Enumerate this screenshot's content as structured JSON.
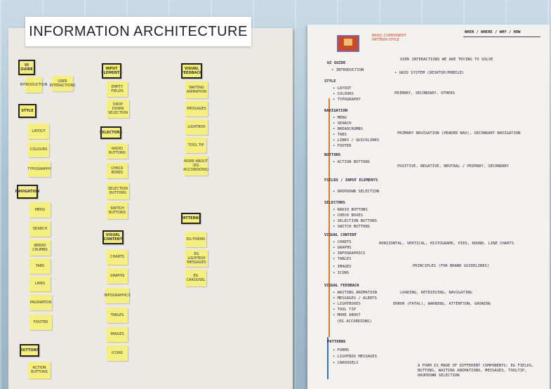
{
  "title": "INFORMATION ARCHITECTURE",
  "colors": {
    "sticky": "#f4ef7e",
    "accent_orange": "#e07a33",
    "accent_blue": "#3a6fb5"
  },
  "notes": {
    "ui_guide": "UI GUIDE",
    "introduction": "INTRODUCTION",
    "user_interactions": "USER INTERACTIONS",
    "style": "STYLE",
    "layout": "LAYOUT",
    "colours": "COLOURS",
    "typography": "TYPOGRAPHY",
    "navigation": "NAVIGATION",
    "menu": "MENU",
    "search": "SEARCH",
    "breadcrumbs": "BREAD CRUMBS",
    "tabs": "TABS",
    "links": "LINKS",
    "pagination": "PAGINATION",
    "footer": "FOOTER",
    "buttons": "BUTTONS",
    "action_buttons": "ACTION BUTTONS",
    "input_elements": "INPUT ELEMENTS",
    "empty_fields": "EMPTY FIELDS",
    "drop_down": "DROP DOWN SELECTION",
    "selectors": "SELECTORS",
    "radio": "RADIO BUTTONS",
    "check": "CHECK BOXES",
    "selection_buttons": "SELECTION BUTTONS",
    "switch_buttons": "SWITCH BUTTONS",
    "visual_content": "VISUAL CONTENT",
    "charts": "CHARTS",
    "graphs": "GRAPHS",
    "infographics": "INFOGRAPHICS",
    "tables": "TABLES",
    "images": "IMAGES",
    "icons": "ICONS",
    "visual_feedback": "VISUAL FEEDBACK",
    "waiting": "WAITING ANIMATION",
    "messages": "MESSAGES",
    "lightbox": "LIGHTBOX",
    "tooltip": "TOOL TIP",
    "more_about": "MORE ABOUT (eg ACCORDIONS)",
    "patterns": "PATTERNS",
    "eg_forms": "eg FORMS",
    "eg_lightbox": "eg LIGHTBOX MESSAGES",
    "eg_carousel": "eg CAROUSEL"
  },
  "sheet": {
    "tag": "BASIC COMPONENT PATTERN STYLE",
    "header": "WHEN / WHERE / WHY / HOW",
    "ui_guide": "UI GUIDE",
    "introduction": "• INTRODUCTION",
    "intro_note": "USER INTERACTIONS WE ARE TRYING TO SOLVE",
    "style": "STYLE",
    "layout": "• LAYOUT",
    "colours": "• COLOURS",
    "typography": "• TYPOGRAPHY",
    "grid_note": "• GRID SYSTEM (DESKTOP/MOBILE)",
    "colour_note": "PRIMARY, SECONDARY, OTHERS",
    "navigation": "NAVIGATION",
    "menu": "• MENU",
    "search": "• SEARCH",
    "breadcrumbs": "• BREADCRUMBS",
    "tabs": "• TABS",
    "links": "• LINKS / QUICKLINKS",
    "footer": "• FOOTER",
    "nav_note": "PRIMARY NAVIGATION (HEADER NAV), SECONDARY NAVIGATION",
    "buttons": "BUTTONS",
    "action_buttons": "• ACTION BUTTONS",
    "btn_note": "POSITIVE, NEGATIVE, NEUTRAL / PRIMARY, SECONDARY",
    "fields": "FIELDS / INPUT ELEMENTS",
    "dropdown": "• DROPDOWN SELECTION",
    "selectors": "SELECTORS",
    "radio": "• RADIO BUTTONS",
    "check": "• CHECK BOXES",
    "selection": "• SELECTION BUTTONS",
    "switch": "• SWITCH BUTTONS",
    "visual_content": "VISUAL CONTENT",
    "charts": "• CHARTS",
    "graphs": "• GRAPHS",
    "infographics": "• INFOGRAPHICS",
    "tables": "• TABLES",
    "images": "• IMAGES",
    "icons": "• ICONS",
    "charts_note": "HORIZONTAL, VERTICAL, HISTOGRAMS, PIES, ROUND, LINE CHARTS",
    "images_note": "PRINCIPLES (FOR BRAND GUIDELINES)",
    "visual_feedback": "VISUAL FEEDBACK",
    "waiting": "• WAITING ANIMATION",
    "messages": "• MESSAGES / ALERTS",
    "lightboxes": "• LIGHTBOXES",
    "tooltip": "• TOOL TIP",
    "more_about": "• MORE ABOUT",
    "accordions": "(eg ACCORDIONS)",
    "loading_note": "LOADING, RETRIEVING, NAVIGATING",
    "error_note": "ERROR (FATAL), WARNING, ATTENTION, GROWING",
    "patterns": "PATTERNS",
    "forms": "• FORMS",
    "lightbox_msgs": "• LIGHTBOX MESSAGES",
    "carousels": "• CAROUSELS",
    "form_note": "A FORM IS MADE OF DIFFERENT COMPONENTS: eg FIELDS, BUTTONS, WAITING ANIMATIONS, MESSAGES, TOOLTIP, DROPDOWN SELECTION"
  }
}
